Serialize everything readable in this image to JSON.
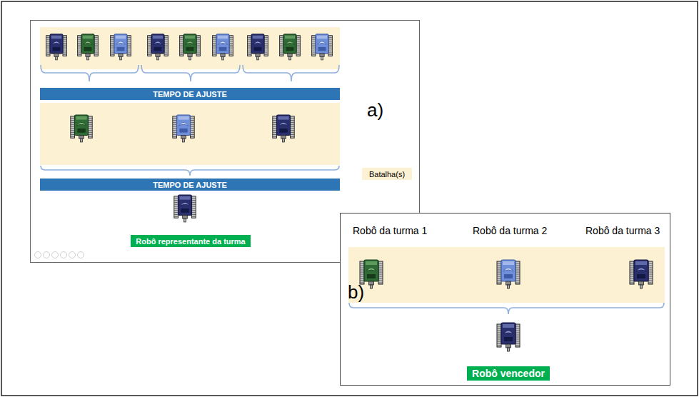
{
  "diagram": {
    "nodes": [
      {
        "text": [
          "a)"
        ]
      },
      {
        "text": [
          "TEMPO DE AJUSTE"
        ],
        "in": 0
      },
      {
        "text": [
          "TEMPO DE AJUSTE"
        ],
        "in": 0
      },
      {
        "text": [
          "Robô representante da turma"
        ],
        "in": 0
      },
      {
        "text": [
          "b)"
        ]
      },
      {
        "text": [
          "Robô vencedor"
        ],
        "in": 4
      }
    ],
    "labels": [
      "Robô da turma 1",
      "Robô da turma 2",
      "Robô da turma 3"
    ],
    "legend": [
      {
        "text": "Batalha(s)",
        "color": "#fcf1d3"
      }
    ]
  }
}
